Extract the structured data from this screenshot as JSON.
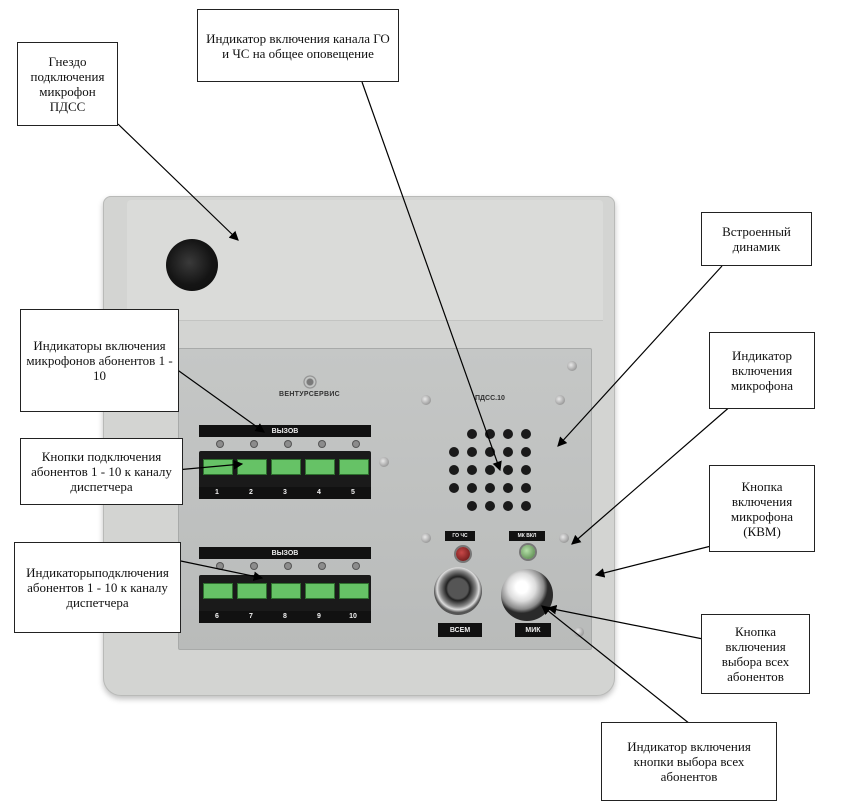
{
  "device": {
    "brand": "ВЕНТУРСЕРВИС",
    "model": "ПДСС.10",
    "call_label": "ВЫЗОВ",
    "keys_top": [
      "1",
      "2",
      "3",
      "4",
      "5"
    ],
    "keys_bottom": [
      "6",
      "7",
      "8",
      "9",
      "10"
    ],
    "go_chs_tag": "ГО ЧС",
    "mic_on_tag": "МК ВКЛ",
    "all_label": "ВСЕМ",
    "mic_label": "МИК"
  },
  "callouts": {
    "jack": "Гнездо подключения микрофон ПДСС",
    "go_chs": "Индикатор включения канала ГО и ЧС на общее оповещение",
    "speaker": "Встроенный динамик",
    "mic_indicators": "Индикаторы включения микрофонов абонентов 1 - 10",
    "mic_indicator": "Индикатор включения микрофона",
    "buttons": "Кнопки подключения абонентов 1 - 10 к каналу диспетчера",
    "mic_button": "Кнопка включения микрофона (КВМ)",
    "conn_indicators": "Индикаторыподключения абонентов 1 - 10 к каналу диспетчера",
    "all_button": "Кнопка включения выбора всех абонентов",
    "all_indicator": "Индикатор включения кнопки выбора всех абонентов"
  }
}
